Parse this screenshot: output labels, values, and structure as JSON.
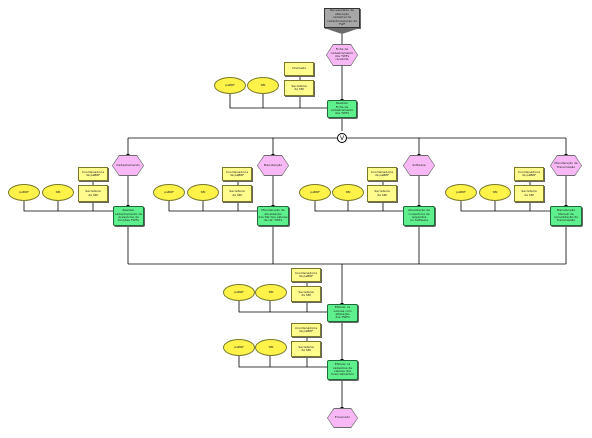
{
  "start": "Necessidade de\nalteração\ncadastral de\ncadastro/seleção de\nTWF",
  "event_top": "Ficha de\ncadastramento\ndos TWFs\nrecebida",
  "func_top": "Realizar\nFicha de\ncadastramento\ndos TWFs",
  "xor": "V",
  "branches": [
    {
      "event": "Cadastramento",
      "func": "Realizar\ncadastramento de\nAcessórios de\nfunções TWFs"
    },
    {
      "event": "Manutenção",
      "func": "Manutenção de\natualização\ndos SW dos valores\nde ref. TWFs"
    },
    {
      "event": "Software",
      "func": "Atualização de\nconsultoria de\nrequisitos\nno Software"
    },
    {
      "event": "Manutenção de\nTransmissão",
      "func": "Manutenção\nManual de\nconsolidação do\nTransmissão"
    }
  ],
  "func_merge": "Efetuar os\nvalores com\nalteração\ndos TWFs",
  "func_final": "Efetuar os\ncadastros de\nvalores dos\nlicenciamentos",
  "event_end": "Encerrado",
  "labels": {
    "org_a": "paBRF",
    "org_b": "SBI",
    "doc_ticket": "Chamado",
    "doc_coord": "Coordenadoria\nda paBRF",
    "doc_sec": "Secretaria\nda SBI"
  }
}
